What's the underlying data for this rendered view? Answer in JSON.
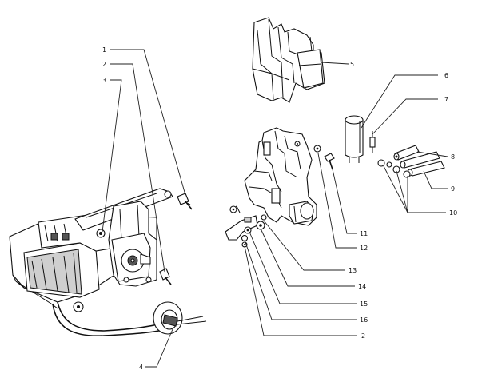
{
  "callouts": [
    {
      "id": "c1",
      "text": "1"
    },
    {
      "id": "c2",
      "text": "2"
    },
    {
      "id": "c3",
      "text": "3"
    },
    {
      "id": "c4",
      "text": "4"
    },
    {
      "id": "c5",
      "text": "5"
    },
    {
      "id": "c6",
      "text": "6"
    },
    {
      "id": "c7",
      "text": "7"
    },
    {
      "id": "c8",
      "text": "8"
    },
    {
      "id": "c9",
      "text": "9"
    },
    {
      "id": "c10",
      "text": "10"
    },
    {
      "id": "c11",
      "text": "11"
    },
    {
      "id": "c12",
      "text": "12"
    },
    {
      "id": "c13",
      "text": "13"
    },
    {
      "id": "c14",
      "text": "14"
    },
    {
      "id": "c15",
      "text": "15"
    },
    {
      "id": "c16",
      "text": "16"
    },
    {
      "id": "c2b",
      "text": "2"
    }
  ]
}
